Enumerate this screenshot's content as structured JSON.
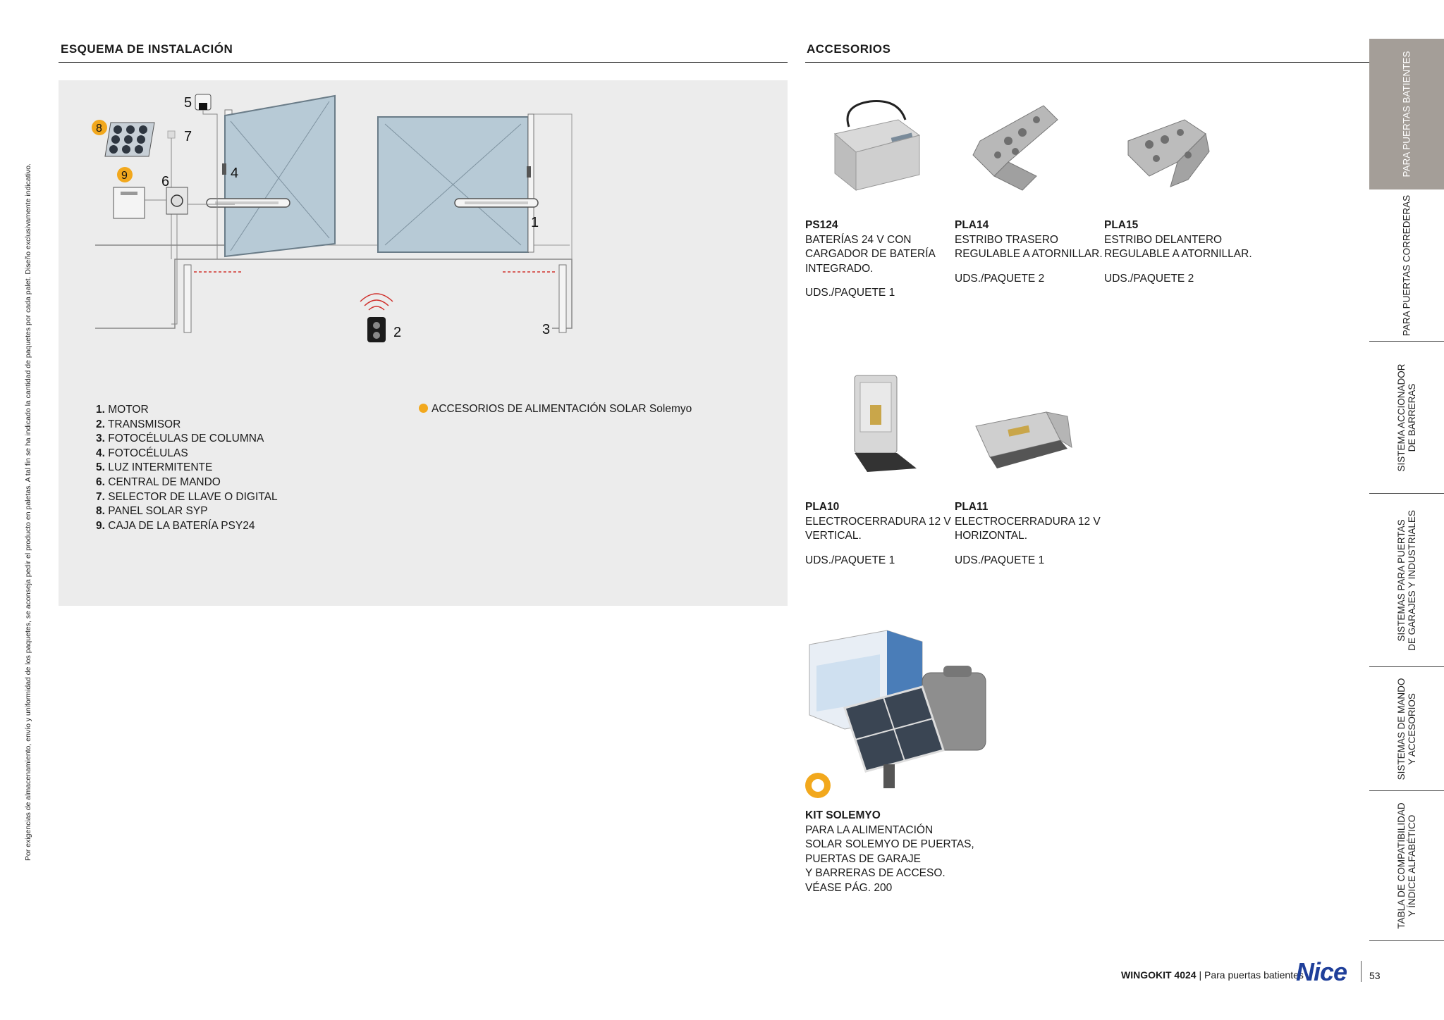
{
  "side_note": "Por exigencias de almacenamiento, envío y uniformidad de los paquetes, se aconseja pedir el producto en paletas. A tal fin se ha indicado la cantidad de paquetes por cada palet. Diseño exclusivamente indicativo.",
  "installation": {
    "title": "ESQUEMA DE INSTALACIÓN",
    "callouts": [
      "1",
      "2",
      "3",
      "4",
      "5",
      "6",
      "7",
      "8",
      "9"
    ],
    "legend": [
      {
        "num": "1.",
        "label": "MOTOR"
      },
      {
        "num": "2.",
        "label": "TRANSMISOR"
      },
      {
        "num": "3.",
        "label": "FOTOCÉLULAS DE COLUMNA"
      },
      {
        "num": "4.",
        "label": "FOTOCÉLULAS"
      },
      {
        "num": "5.",
        "label": "LUZ INTERMITENTE"
      },
      {
        "num": "6.",
        "label": "CENTRAL DE MANDO"
      },
      {
        "num": "7.",
        "label": "SELECTOR DE LLAVE O DIGITAL"
      },
      {
        "num": "8.",
        "label": "PANEL SOLAR SYP"
      },
      {
        "num": "9.",
        "label": "CAJA DE LA BATERÍA PSY24"
      }
    ],
    "solar_note": "ACCESORIOS DE ALIMENTACIÓN SOLAR Solemyo",
    "colors": {
      "background": "#ececec",
      "gate": "#b7cad6",
      "solar_badge": "#f2a81d",
      "photocell_beam": "#d0312d"
    }
  },
  "accessories": {
    "title": "ACCESORIOS",
    "items": [
      {
        "code": "PS124",
        "desc": [
          "BATERÍAS 24 V CON",
          "CARGADOR DE BATERÍA",
          "INTEGRADO."
        ],
        "pack": "UDS./PAQUETE 1",
        "icon": "battery-charger"
      },
      {
        "code": "PLA14",
        "desc": [
          "ESTRIBO TRASERO",
          "REGULABLE A ATORNILLAR."
        ],
        "pack": "UDS./PAQUETE 2",
        "icon": "rear-bracket"
      },
      {
        "code": "PLA15",
        "desc": [
          "ESTRIBO DELANTERO",
          "REGULABLE A ATORNILLAR."
        ],
        "pack": "UDS./PAQUETE 2",
        "icon": "front-bracket"
      },
      {
        "code": "PLA10",
        "desc": [
          "ELECTROCERRADURA 12 V",
          "VERTICAL."
        ],
        "pack": "UDS./PAQUETE 1",
        "icon": "vertical-lock"
      },
      {
        "code": "PLA11",
        "desc": [
          "ELECTROCERRADURA 12 V",
          "HORIZONTAL."
        ],
        "pack": "UDS./PAQUETE 1",
        "icon": "horizontal-lock"
      },
      {
        "code": "KIT SOLEMYO",
        "desc": [
          "PARA LA ALIMENTACIÓN",
          "SOLAR SOLEMYO DE PUERTAS,",
          "PUERTAS DE GARAJE",
          "Y BARRERAS DE ACCESO.",
          "VÉASE PÁG. 200"
        ],
        "pack": "",
        "icon": "solar-kit"
      }
    ]
  },
  "sidebar": {
    "tabs": [
      {
        "label": [
          "PARA PUERTAS BATIENTES"
        ],
        "active": true
      },
      {
        "label": [
          "PARA PUERTAS CORREDERAS"
        ],
        "active": false
      },
      {
        "label": [
          "SISTEMA ACCIONADOR",
          "DE BARRERAS"
        ],
        "active": false
      },
      {
        "label": [
          "SISTEMAS PARA PUERTAS",
          "DE GARAJES Y INDUSTRIALES"
        ],
        "active": false
      },
      {
        "label": [
          "SISTEMAS DE MANDO",
          "Y ACCESORIOS"
        ],
        "active": false
      },
      {
        "label": [
          "TABLA DE COMPATIBILIDAD",
          "Y ÍNDICE ALFABÉTICO"
        ],
        "active": false
      }
    ],
    "active_color": "#a49e98"
  },
  "footer": {
    "product": "WINGOKIT 4024",
    "separator": "|",
    "subtitle": "Para puertas batientes",
    "brand": "Nice",
    "page": "53",
    "brand_color": "#1f3f9a"
  }
}
